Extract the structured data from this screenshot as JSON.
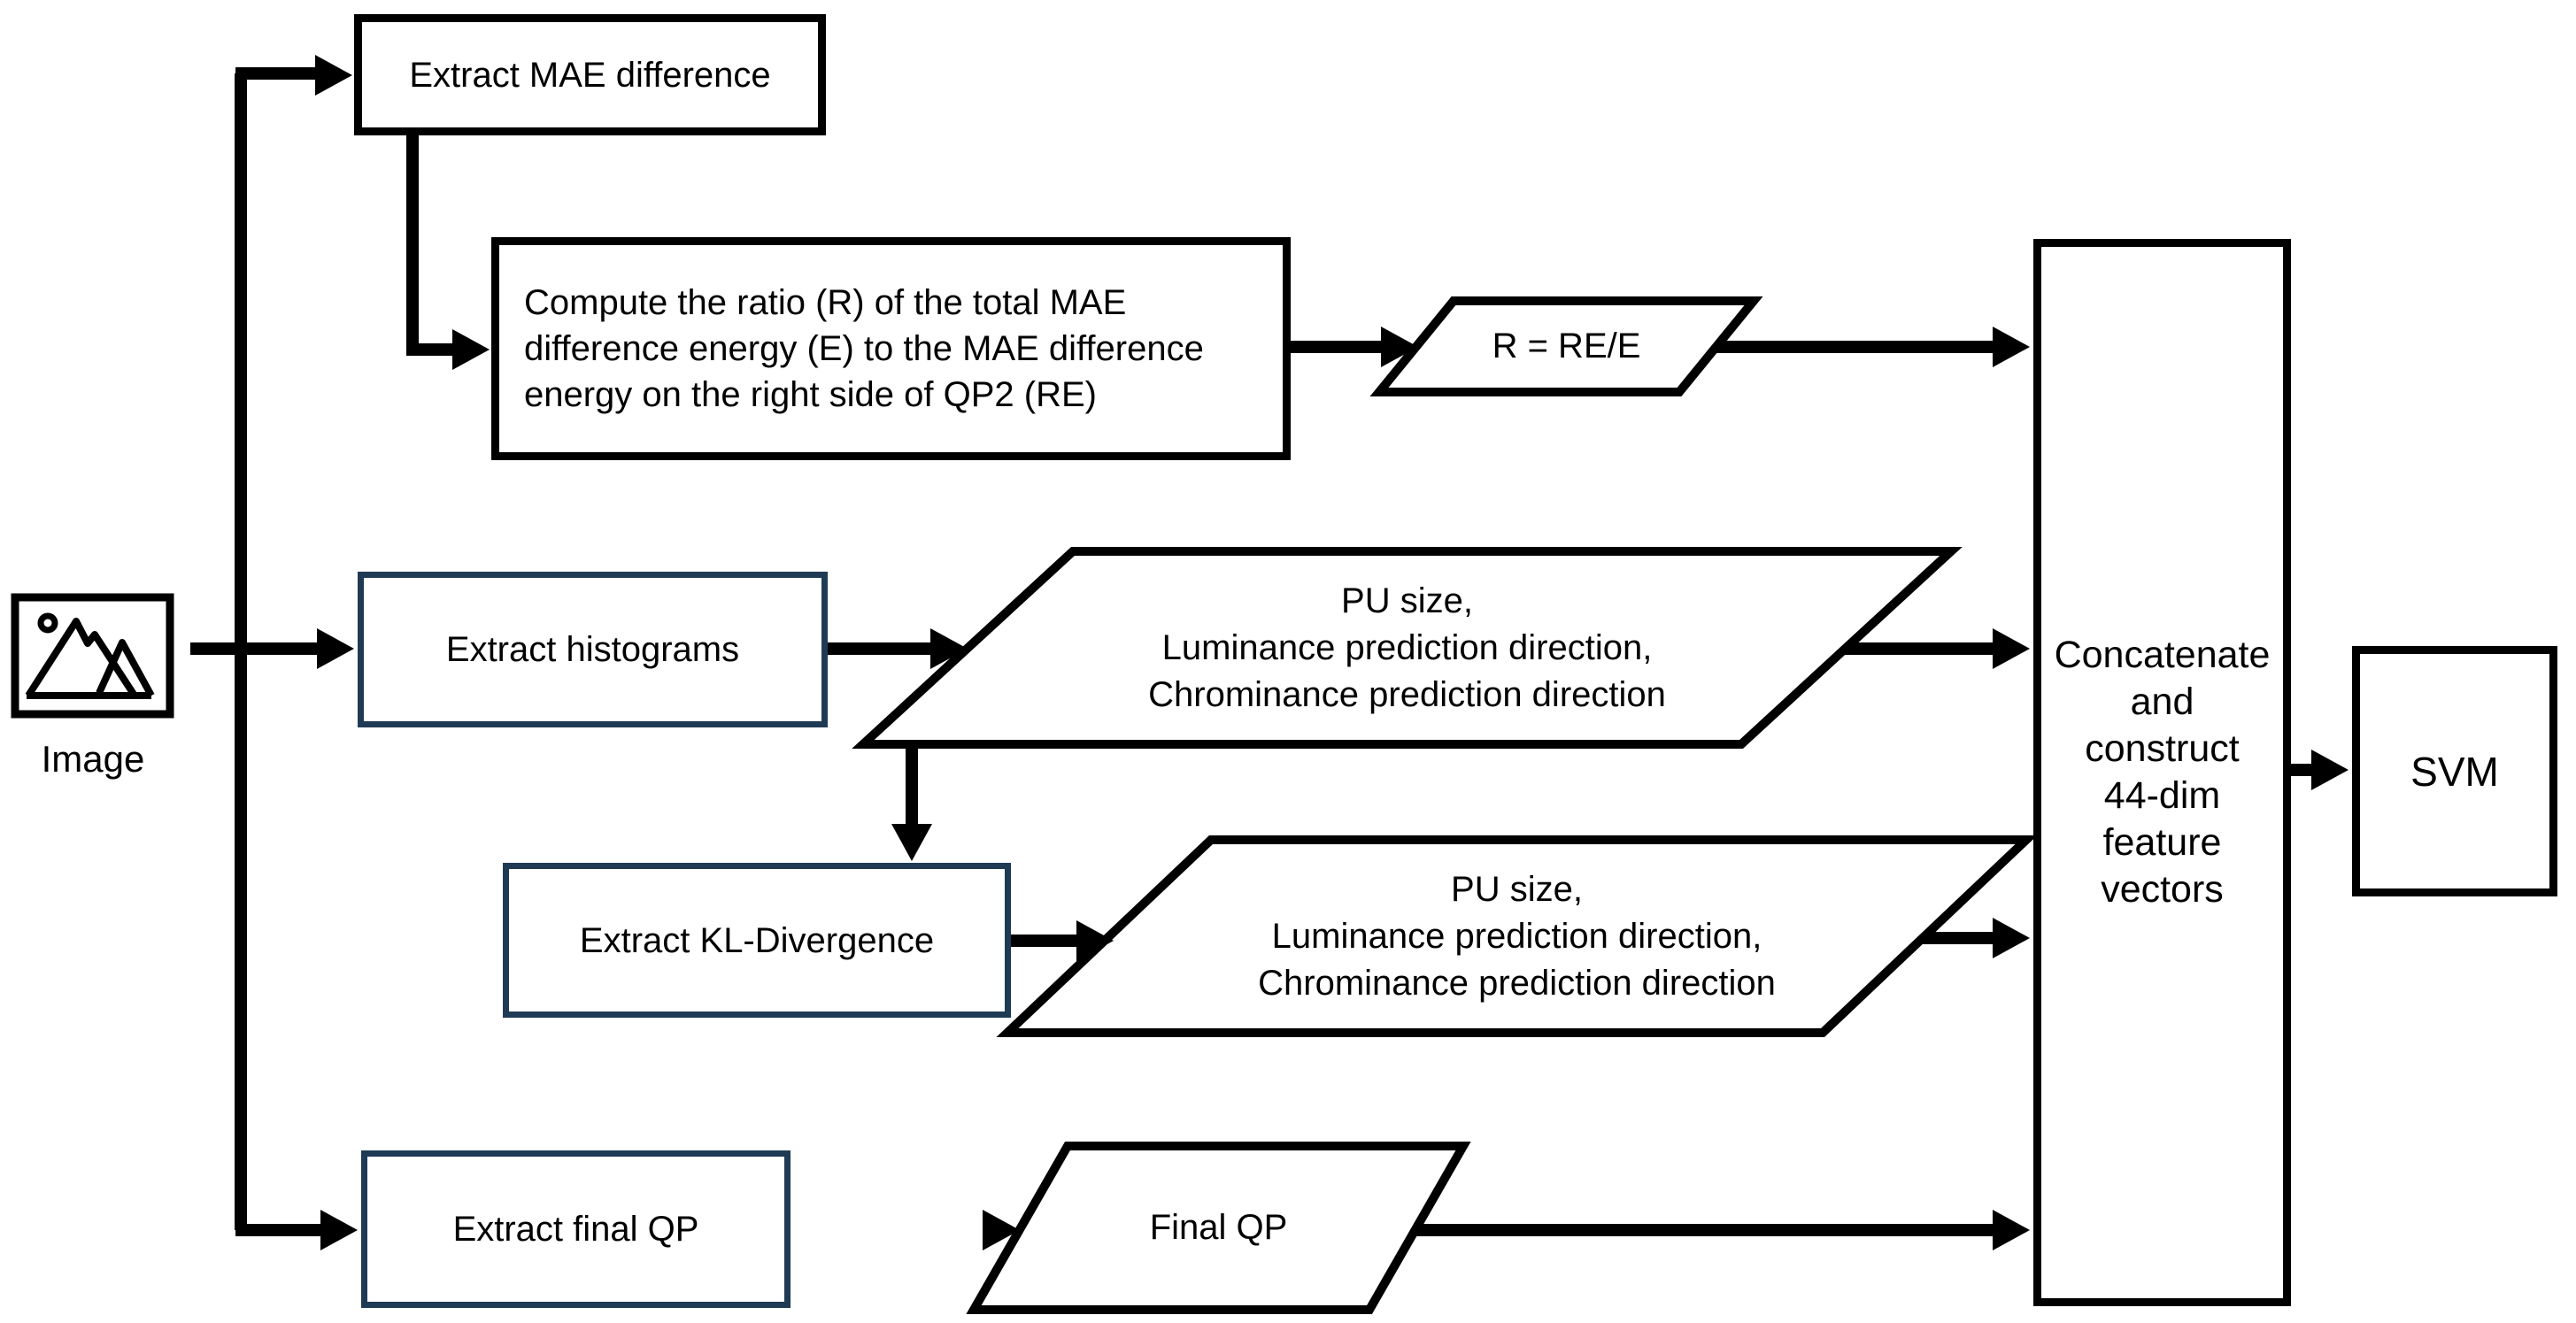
{
  "diagram": {
    "title": "Feature extraction and SVM classification flowchart",
    "colors": {
      "line": "#000000",
      "accent_border": "#1f3a54",
      "background": "#ffffff"
    },
    "image_node": {
      "icon": "picture-mountains-icon",
      "label": "Image"
    },
    "nodes": {
      "extract_mae": {
        "label": "Extract MAE difference"
      },
      "compute_ratio": {
        "lines": [
          "Compute the ratio (R) of the total MAE",
          "difference energy (E) to the MAE difference",
          "energy on the right side of QP2 (RE)"
        ]
      },
      "ratio_output": {
        "label": "R = RE/E"
      },
      "extract_histograms": {
        "label": "Extract histograms"
      },
      "histogram_output": {
        "lines": [
          "PU size,",
          "Luminance prediction direction,",
          "Chrominance prediction direction"
        ]
      },
      "extract_kl": {
        "label": "Extract KL-Divergence"
      },
      "kl_output": {
        "lines": [
          "PU size,",
          "Luminance prediction direction,",
          "Chrominance prediction direction"
        ]
      },
      "extract_final_qp": {
        "label": "Extract final QP"
      },
      "final_qp_output": {
        "label": "Final QP"
      },
      "concatenate": {
        "lines": [
          "Concatenate",
          "and",
          "construct",
          "44-dim",
          "feature",
          "vectors"
        ]
      },
      "svm": {
        "label": "SVM"
      }
    }
  }
}
